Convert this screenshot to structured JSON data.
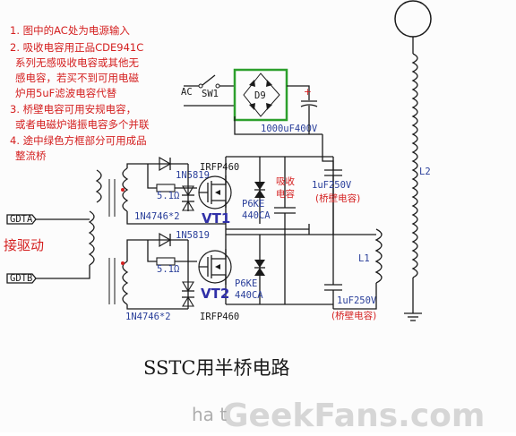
{
  "notes": [
    "1. 图中的AC处为电源输入",
    "2. 吸收电容用正品CDE941C",
    "系列无感吸收电容或其他无",
    "感电容，若买不到可用电磁",
    "炉用5uF滤波电容代替",
    "3. 桥壁电容可用安规电容，",
    "或者电磁炉谐振电容多个并联",
    "4. 途中绿色方框部分可用成品",
    "整流桥"
  ],
  "labels": {
    "sw1": "SW1",
    "ac": "AC",
    "d9": "D9",
    "cap_bulk": "1000uF400V",
    "d1": "1N5819",
    "d2": "1N5819",
    "r1": "5.1Ω",
    "r2": "5.1Ω",
    "zener1": "1N4746*2",
    "zener2": "1N4746*2",
    "q1": "IRFP460",
    "q2": "IRFP460",
    "vt1": "VT1",
    "vt2": "VT2",
    "tvs1_a": "P6KE",
    "tvs1_b": "440CA",
    "tvs2_a": "P6KE",
    "tvs2_b": "440CA",
    "snubber_a": "吸收",
    "snubber_b": "电容",
    "c_top": "1uF250V",
    "c_top_note": "(桥壁电容)",
    "c_bot": "1uF250V",
    "c_bot_note": "(桥壁电容)",
    "gdta": "GDTA",
    "gdtb": "GDTB",
    "drive": "接驱动",
    "l1": "L1",
    "l2": "L2",
    "plus": "+",
    "title": "SSTC用半桥电路",
    "watermark": "GeekFans.com",
    "watermark_small": "ha   t"
  },
  "colors": {
    "note_red": "#d42020",
    "label_blue": "#2a3f9a",
    "vt_blue": "#3030a8",
    "bridge_green": "#2da02d",
    "wire": "#1a1a1a"
  }
}
